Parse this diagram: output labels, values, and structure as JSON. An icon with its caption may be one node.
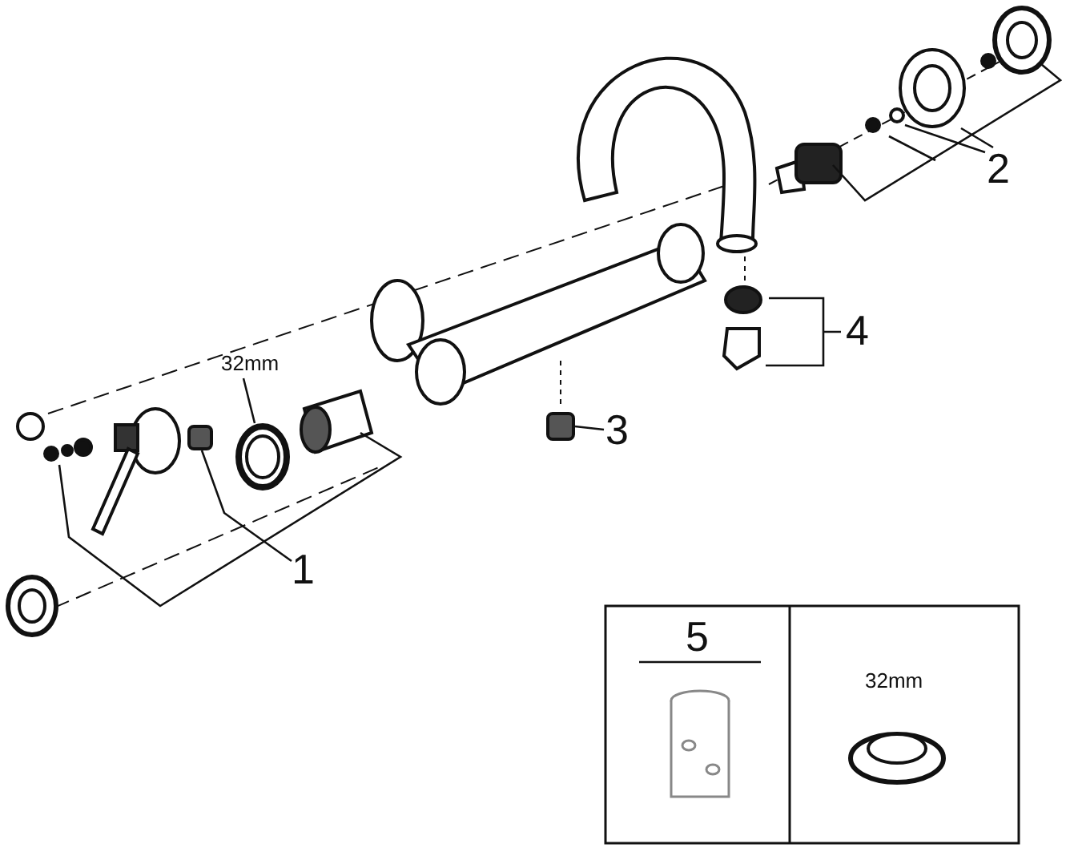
{
  "diagram": {
    "nodes": [
      {
        "text": [
          "32mm"
        ]
      },
      {
        "text": [
          "1"
        ]
      },
      {
        "text": [
          "3"
        ]
      },
      {
        "text": [],
        "shape": "circle"
      },
      {
        "text": [],
        "shape": "box"
      },
      {
        "text": [],
        "shape": "box"
      }
    ],
    "edges": [
      {
        "from": 0,
        "to": 3,
        "arrow": "none"
      },
      {
        "from": 1,
        "to": 4,
        "arrow": "none"
      },
      {
        "from": 2,
        "to": 5,
        "arrow": "none"
      }
    ],
    "labels": [
      "2",
      "4",
      "5",
      "32mm"
    ]
  }
}
